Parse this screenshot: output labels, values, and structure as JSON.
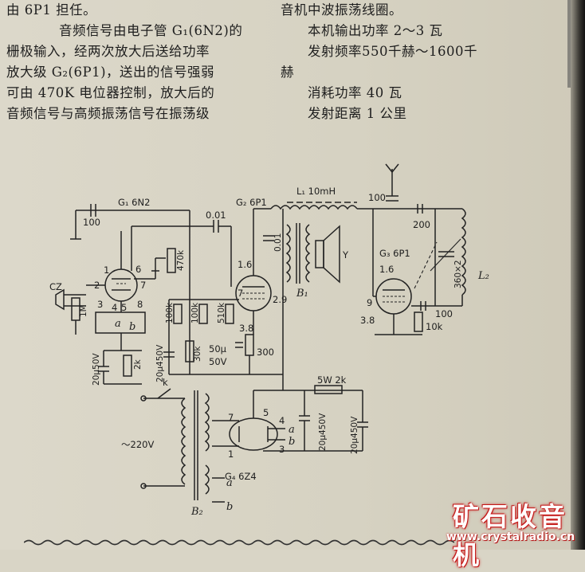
{
  "text_left": [
    "由 6P1 担任。",
    "音频信号由电子管 G₁(6N2)的",
    "栅极输入，经两次放大后送给功率",
    "放大级 G₂(6P1)，送出的信号强弱",
    "可由 470K 电位器控制，放大后的",
    "音频信号与高频振荡信号在振荡级"
  ],
  "text_right": [
    "音机中波振荡线圈。",
    "本机输出功率 2～3 瓦",
    "发射频率550千赫～1600千",
    "赫",
    "消耗功率 40 瓦",
    "发射距离 1 公里"
  ],
  "diagram": {
    "tube_g1": "G₁ 6N2",
    "tube_g2": "G₂ 6P1",
    "tube_g3": "G₃ 6P1",
    "tube_g4": "G₄ 6Z4",
    "coil_l1": "L₁ 10mH",
    "coil_l2": "L₂",
    "transformer_b1": "B₁",
    "transformer_b2": "B₂",
    "speaker": "Y",
    "input": "CZ",
    "switch": "k",
    "mains": "～220V",
    "labels": {
      "c100a": "100",
      "c001a": "0.01",
      "r470k": "470k",
      "r1m": "1M",
      "c20u50": "20μ50V",
      "r2k": "2k",
      "c20u450a": "20μ450V",
      "r100ka": "100k",
      "r100kb": "100k",
      "r30k": "30k",
      "r510k": "510k",
      "c001b": "0.01",
      "c50u": "50μ",
      "v50": "50V",
      "r300": "300",
      "c100b": "100",
      "c200": "200",
      "c360": "360×2",
      "c100c": "100",
      "r10k": "10k",
      "r5w2k": "5W 2k",
      "c20u450b": "20μ450V",
      "c20u450c": "20μ450V",
      "v16a": "1.6",
      "v16b": "1.6",
      "v38a": "3.8",
      "v38b": "3.8",
      "p2": "2",
      "p7": "7",
      "p6": "6",
      "p1": "1",
      "p3": "3",
      "p8": "8",
      "p4": "4",
      "p5": "5",
      "pa": "a",
      "pb": "b",
      "p9": "9",
      "p29": "2.9",
      "p7g4": "7",
      "p1g4": "1",
      "p5g4": "5",
      "p3g4": "3",
      "p4g4": "4",
      "ta": "a",
      "tb": "b"
    }
  },
  "watermark": {
    "logo": "矿石收音机",
    "url": "www.crystalradio.cn"
  }
}
